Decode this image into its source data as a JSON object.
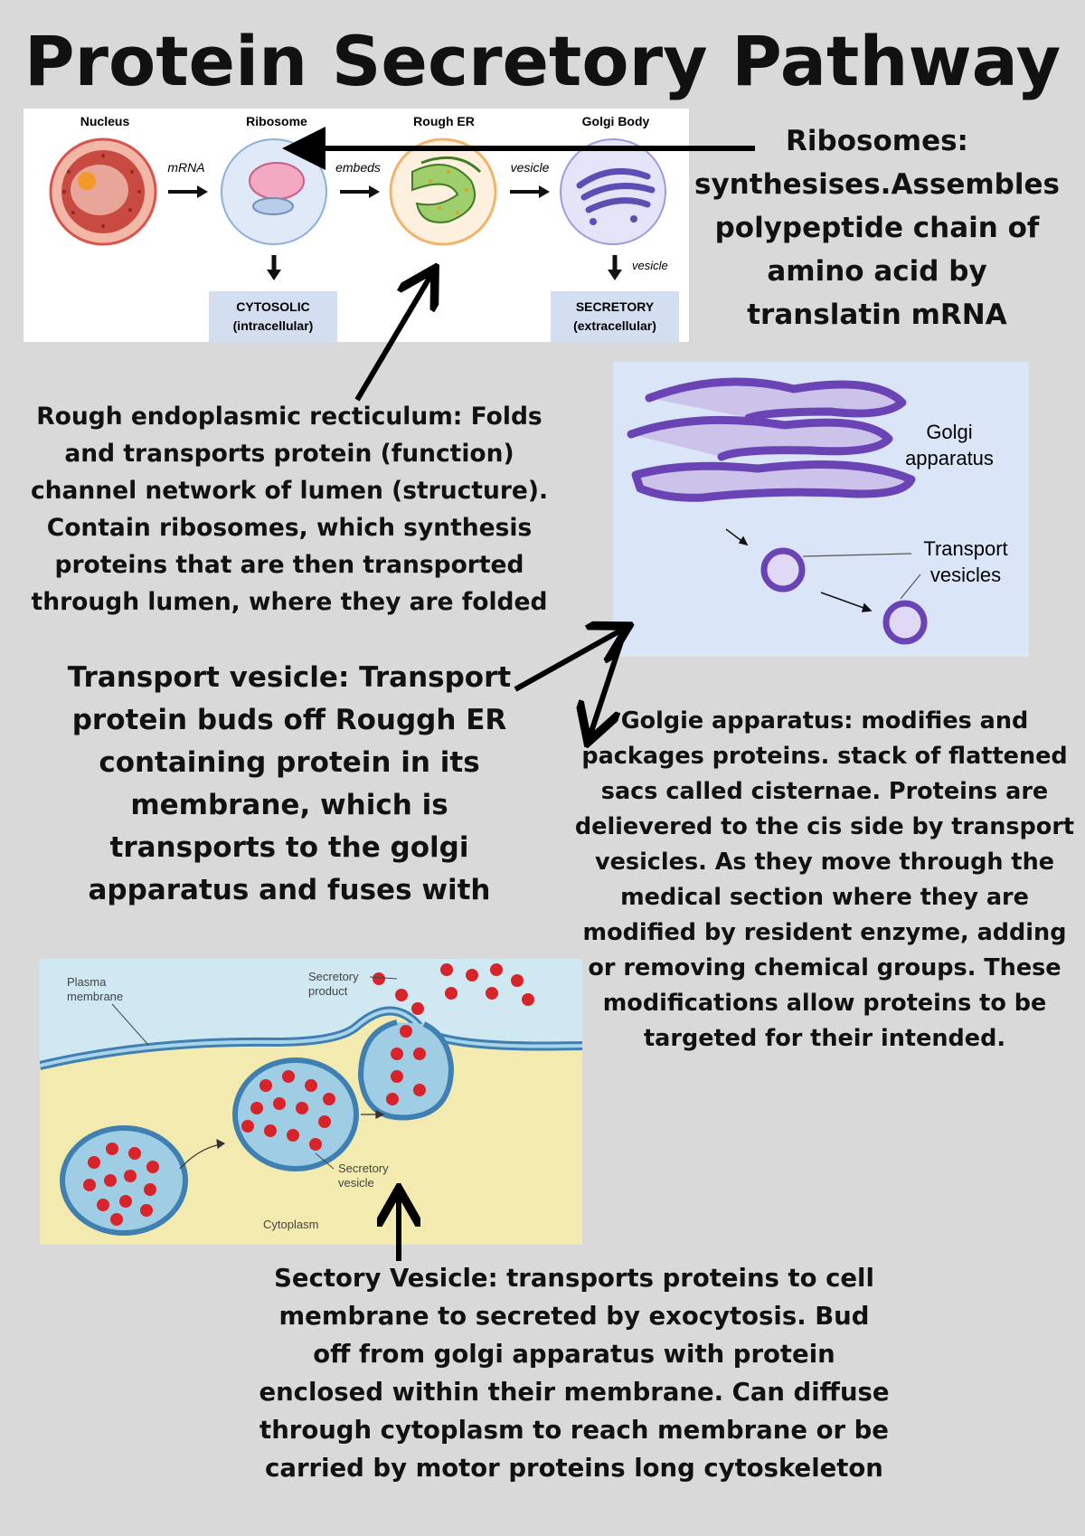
{
  "title": "Protein Secretory Pathway",
  "flow_diagram": {
    "stages": {
      "nucleus": "Nucleus",
      "ribosome": "Ribosome",
      "rough_er": "Rough ER",
      "golgi": "Golgi Body"
    },
    "arrows": {
      "mrna": "mRNA",
      "embeds": "embeds",
      "vesicle": "vesicle",
      "vesicle_down": "vesicle"
    },
    "outcomes": {
      "cytosolic_title": "CYTOSOLIC",
      "cytosolic_sub": "(intracellular)",
      "secretory_title": "SECRETORY",
      "secretory_sub": "(extracellular)"
    }
  },
  "golgi_diagram": {
    "label_line1": "Golgi",
    "label_line2": "apparatus",
    "vesicle_line1": "Transport",
    "vesicle_line2": "vesicles"
  },
  "secretion_diagram": {
    "plasma_line1": "Plasma",
    "plasma_line2": "membrane",
    "product_line1": "Secretory",
    "product_line2": "product",
    "vesicle_line1": "Secretory",
    "vesicle_line2": "vesicle",
    "cytoplasm": "Cytoplasm"
  },
  "annotations": {
    "ribosomes": [
      "Ribosomes:",
      "synthesises.Assembles",
      "polypeptide chain of",
      "amino acid by",
      "translatin mRNA"
    ],
    "rough_er": [
      "Rough endoplasmic recticulum: Folds",
      "and transports protein (function)",
      "channel network of lumen (structure).",
      "Contain ribosomes, which synthesis",
      "proteins that are then transported",
      "through lumen, where they are folded"
    ],
    "transport_vesicle": [
      "Transport vesicle: Transport",
      "protein buds off Rouggh ER",
      "containing protein in its",
      "membrane, which is",
      "transports to the golgi",
      "apparatus and fuses with"
    ],
    "golgi": [
      "Golgie apparatus: modifies and",
      "packages proteins. stack of flattened",
      "sacs called cisternae. Proteins are",
      "delievered to the cis side by transport",
      "vesicles. As they move through the",
      "medical section where they are",
      "modified by resident enzyme, adding",
      "or removing chemical groups. These",
      "modifications allow proteins to be",
      "targeted for their intended."
    ],
    "secretory_vesicle": [
      "Sectory Vesicle: transports proteins to cell",
      "membrane to secreted by exocytosis. Bud",
      "off from golgi apparatus with protein",
      "enclosed within their membrane. Can diffuse",
      "through cytoplasm to reach membrane or be",
      "carried by motor proteins long cytoskeleton"
    ]
  }
}
